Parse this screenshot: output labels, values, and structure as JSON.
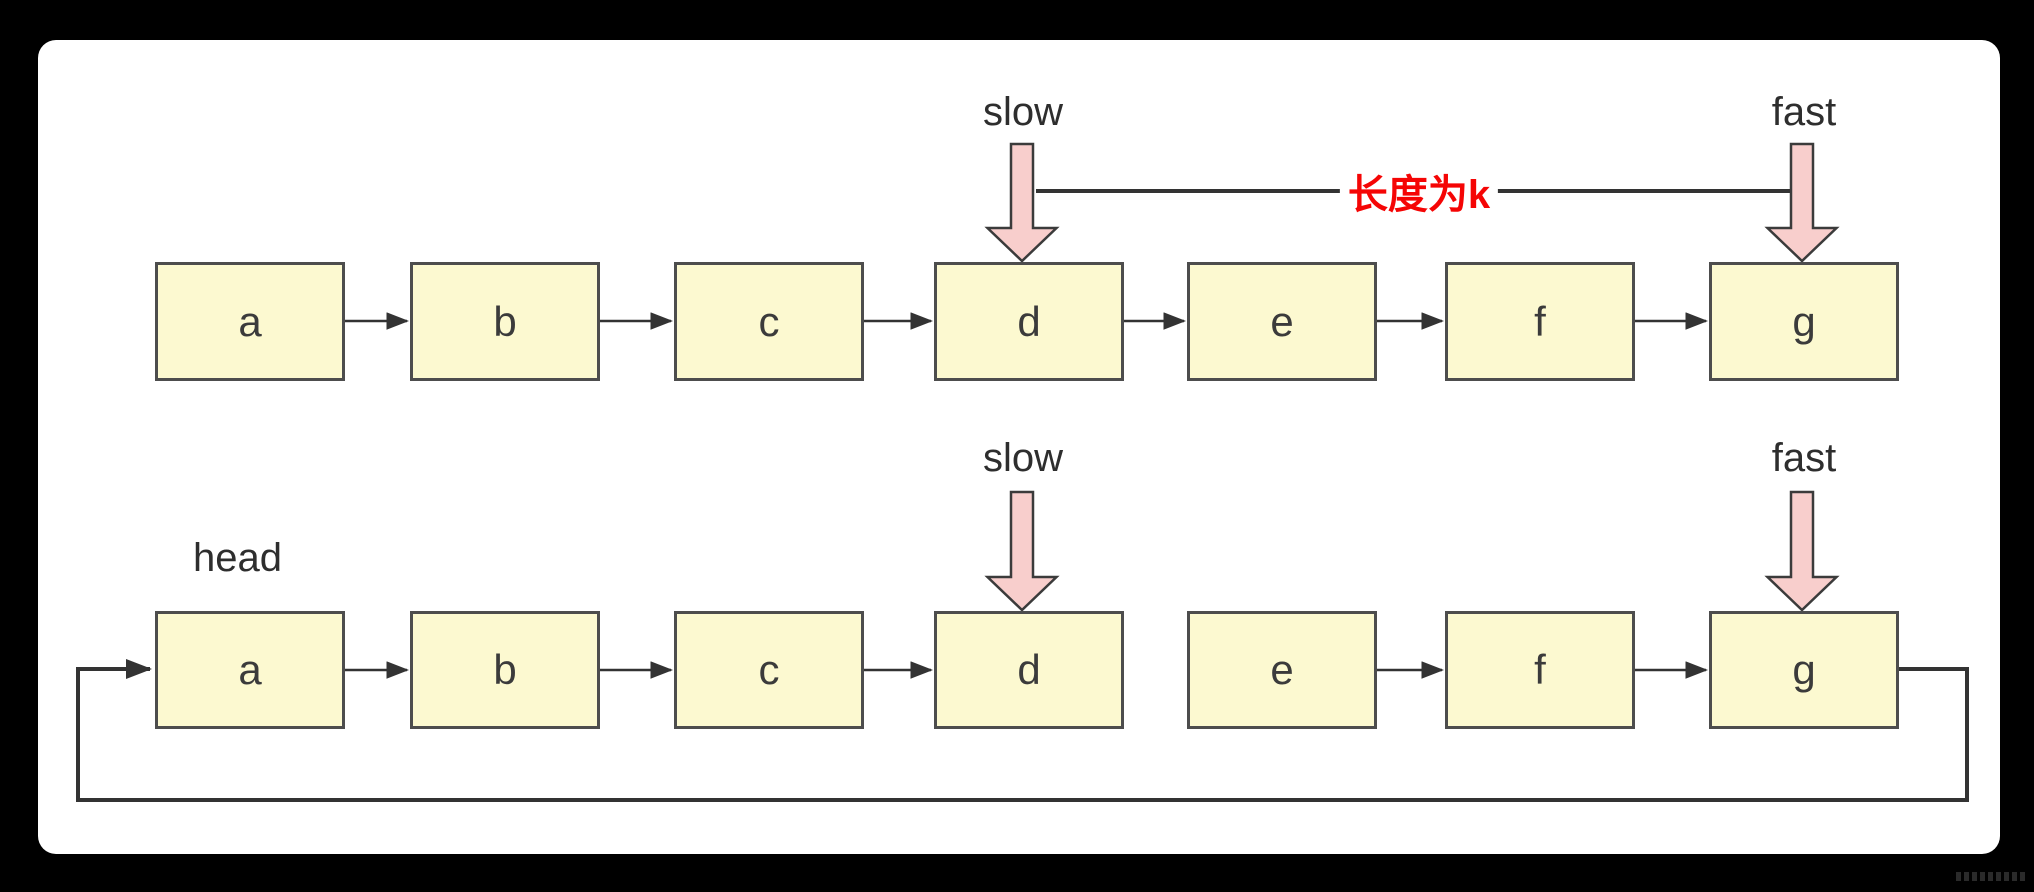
{
  "page": {
    "background": "#000000"
  },
  "card": {
    "background": "#FFFFFF"
  },
  "colors": {
    "node_fill": "#FCF9D0",
    "node_border": "#4D4D4D",
    "node_text": "#3B3B3B",
    "connector": "#333333",
    "pointer_fill": "#F8CECC",
    "pointer_border": "#3B3B3B",
    "length_text": "#F50505",
    "label_text": "#2E2E2E"
  },
  "top_list": {
    "nodes": [
      "a",
      "b",
      "c",
      "d",
      "e",
      "f",
      "g"
    ],
    "slow_label": "slow",
    "fast_label": "fast",
    "length_label": "长度为k"
  },
  "bottom_list": {
    "head_label": "head",
    "nodes": [
      "a",
      "b",
      "c",
      "d",
      "e",
      "f",
      "g"
    ],
    "slow_label": "slow",
    "fast_label": "fast"
  }
}
